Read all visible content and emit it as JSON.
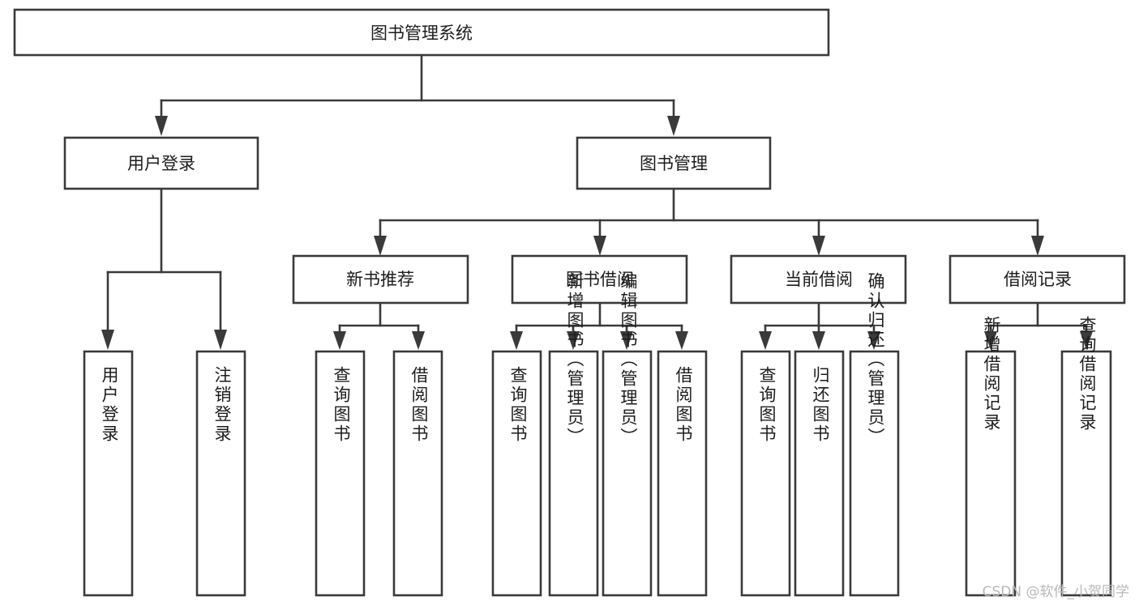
{
  "diagram": {
    "title": "图书管理系统",
    "type": "tree-hierarchy",
    "watermark": "CSDN @软件_小贺同学",
    "root": {
      "id": "root",
      "label": "图书管理系统",
      "orientation": "horizontal"
    },
    "level2": [
      {
        "id": "user-login",
        "label": "用户登录",
        "orientation": "horizontal"
      },
      {
        "id": "book-manage",
        "label": "图书管理",
        "orientation": "horizontal"
      }
    ],
    "level3": [
      {
        "id": "new-book-recommend",
        "label": "新书推荐",
        "orientation": "horizontal",
        "parent": "book-manage"
      },
      {
        "id": "book-borrow",
        "label": "图书借阅",
        "orientation": "horizontal",
        "parent": "book-manage"
      },
      {
        "id": "current-borrow",
        "label": "当前借阅",
        "orientation": "horizontal",
        "parent": "book-manage"
      },
      {
        "id": "borrow-record",
        "label": "借阅记录",
        "orientation": "horizontal",
        "parent": "book-manage"
      }
    ],
    "leaves": [
      {
        "id": "leaf-user-login",
        "label": "用户登录",
        "parent": "user-login"
      },
      {
        "id": "leaf-user-logout",
        "label": "注销登录",
        "parent": "user-login"
      },
      {
        "id": "leaf-query-book-1",
        "label": "查询图书",
        "parent": "new-book-recommend"
      },
      {
        "id": "leaf-borrow-book-1",
        "label": "借阅图书",
        "parent": "new-book-recommend"
      },
      {
        "id": "leaf-query-book-2",
        "label": "查询图书",
        "parent": "book-borrow"
      },
      {
        "id": "leaf-add-book",
        "label": "新增图书（管理员）",
        "parent": "book-borrow"
      },
      {
        "id": "leaf-edit-book",
        "label": "编辑图书（管理员）",
        "parent": "book-borrow"
      },
      {
        "id": "leaf-borrow-book-2",
        "label": "借阅图书",
        "parent": "book-borrow"
      },
      {
        "id": "leaf-query-book-3",
        "label": "查询图书",
        "parent": "current-borrow"
      },
      {
        "id": "leaf-return-book",
        "label": "归还图书",
        "parent": "current-borrow"
      },
      {
        "id": "leaf-confirm-return",
        "label": "确认归还（管理员）",
        "parent": "current-borrow"
      },
      {
        "id": "leaf-add-record",
        "label": "新增借阅记录",
        "parent": "borrow-record"
      },
      {
        "id": "leaf-query-record",
        "label": "查询借阅记录",
        "parent": "borrow-record"
      }
    ],
    "colors": {
      "stroke": "#3a3a3a",
      "fill": "#ffffff",
      "text": "#1c1c1c",
      "watermark": "#b8b8b8",
      "background": "#ffffff"
    }
  }
}
